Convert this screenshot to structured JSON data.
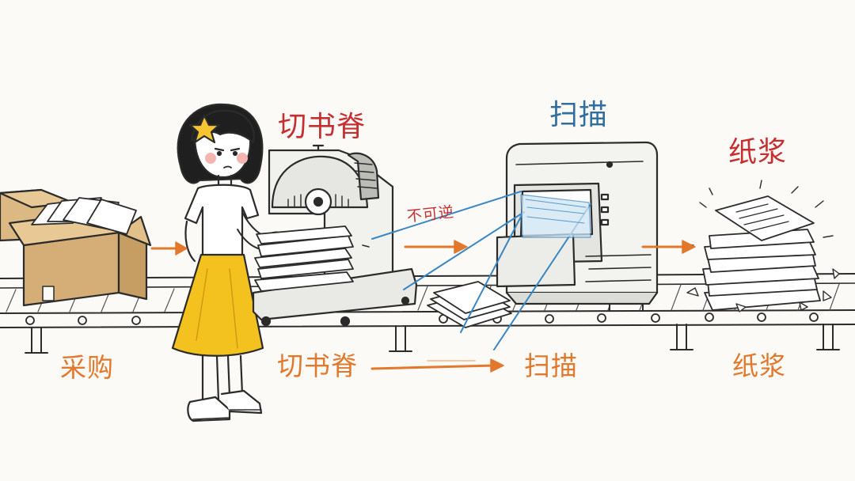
{
  "top_labels": {
    "cut_spine": "切书脊",
    "scan": "扫描",
    "pulp": "纸浆",
    "irreversible": "不可逆"
  },
  "bottom_labels": {
    "purchase": "采购",
    "cut_spine": "切书脊",
    "scan": "扫描",
    "pulp": "纸浆"
  },
  "colors": {
    "red": "#c62f30",
    "blue": "#2f6e9e",
    "orange": "#e2782b",
    "skirt": "#f3c21f",
    "ink": "#2b2b2b"
  },
  "icons": [
    "cardboard-box-icon",
    "girl-figure-icon",
    "spine-cutter-machine-icon",
    "scanner-machine-icon",
    "paper-pulp-pile-icon",
    "star-hairclip-icon"
  ]
}
